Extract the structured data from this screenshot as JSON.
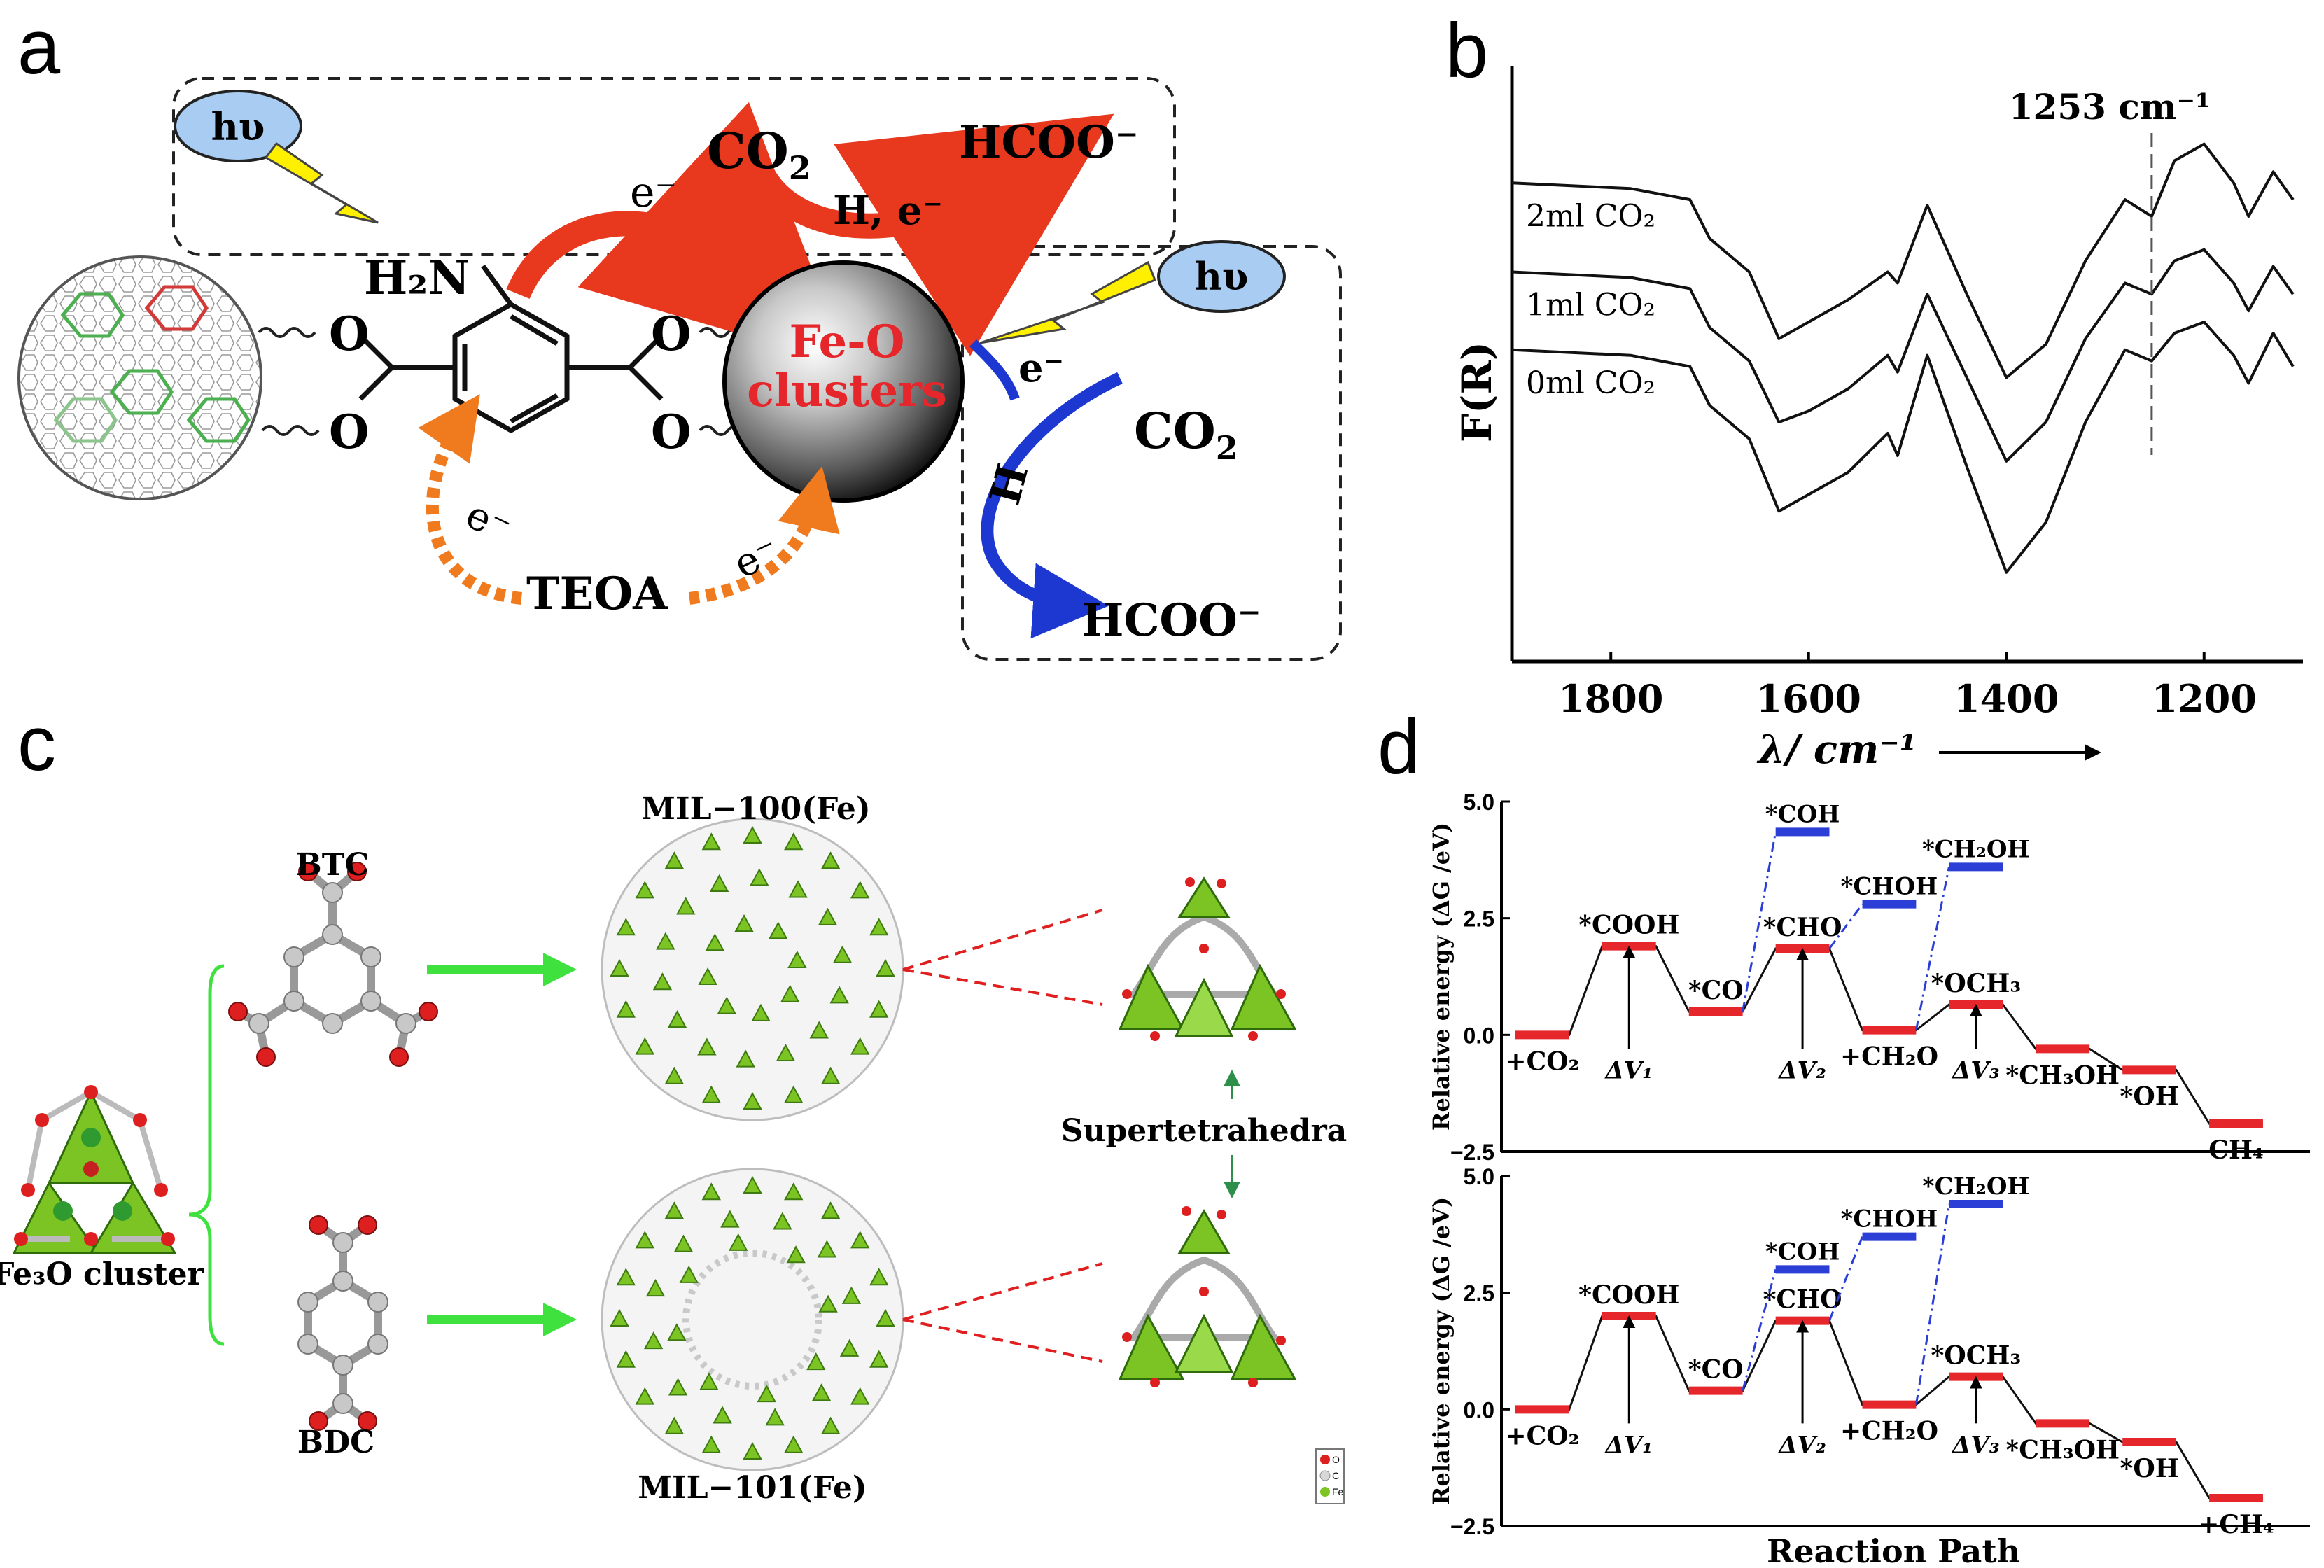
{
  "panels": {
    "a": "a",
    "b": "b",
    "c": "c",
    "d": "d"
  },
  "panel_a": {
    "hv": "hυ",
    "co2_top": "CO",
    "co2_sub": "2",
    "hcoo_top": "HCOO⁻",
    "e_top": "e⁻",
    "h_e": "H,  e⁻",
    "h2n": "H₂N",
    "o1": "O",
    "o2": "O",
    "o3": "O",
    "o4": "O",
    "cluster_line1": "Fe-O",
    "cluster_line2": "clusters",
    "e_right": "e⁻",
    "co2_right": "CO",
    "co2_right_sub": "2",
    "h_right": "H",
    "hcoo_bottom": "HCOO⁻",
    "e_left": "e⁻",
    "e_mid": "e⁻",
    "teoa": "TEOA"
  },
  "panel_c": {
    "btc": "BTC",
    "bdc": "BDC",
    "mil100": "MIL−100(Fe)",
    "mil101": "MIL−101(Fe)",
    "supertetrahedra": "Supertetrahedra",
    "fe3o": "Fe₃O cluster",
    "legend": [
      "O",
      "C",
      "Fe"
    ]
  },
  "colors": {
    "energy_path": "#e5262b",
    "alt_path": "#2b3fd6",
    "mof_green": "#7cc423",
    "oxygen": "#dd1f1f",
    "arrow_orange": "#f07a1e",
    "arrow_red": "#e8381e",
    "arrow_blue": "#1d38d0",
    "hv_fill": "#a9cdf2",
    "bolt": "#fff000"
  },
  "chart_data": [
    {
      "type": "line",
      "panel": "b",
      "title": "1253 cm⁻¹",
      "xlabel": "λ/ cm⁻¹",
      "ylabel": "F(R)",
      "xticks": [
        1800,
        1600,
        1400,
        1200
      ],
      "xlim": [
        1900,
        1100
      ],
      "x_inverted": true,
      "marker_line": 1253,
      "series": [
        {
          "name": "2ml CO₂",
          "x": [
            1900,
            1780,
            1720,
            1700,
            1660,
            1630,
            1600,
            1560,
            1520,
            1510,
            1480,
            1440,
            1400,
            1360,
            1320,
            1280,
            1253,
            1230,
            1200,
            1170,
            1155,
            1130,
            1110
          ],
          "y": [
            0.86,
            0.85,
            0.83,
            0.76,
            0.7,
            0.58,
            0.61,
            0.65,
            0.7,
            0.68,
            0.82,
            0.66,
            0.51,
            0.57,
            0.72,
            0.83,
            0.8,
            0.9,
            0.93,
            0.86,
            0.8,
            0.88,
            0.83
          ]
        },
        {
          "name": "1ml CO₂",
          "x": [
            1900,
            1780,
            1720,
            1700,
            1660,
            1630,
            1600,
            1560,
            1520,
            1510,
            1480,
            1440,
            1400,
            1360,
            1320,
            1280,
            1253,
            1230,
            1200,
            1170,
            1155,
            1130,
            1110
          ],
          "y": [
            0.7,
            0.69,
            0.67,
            0.6,
            0.54,
            0.43,
            0.45,
            0.49,
            0.55,
            0.52,
            0.66,
            0.51,
            0.36,
            0.43,
            0.58,
            0.68,
            0.66,
            0.72,
            0.74,
            0.68,
            0.63,
            0.71,
            0.66
          ]
        },
        {
          "name": "0ml CO₂",
          "x": [
            1900,
            1780,
            1720,
            1700,
            1660,
            1630,
            1600,
            1560,
            1520,
            1510,
            1480,
            1440,
            1400,
            1360,
            1320,
            1280,
            1253,
            1230,
            1200,
            1170,
            1155,
            1130,
            1110
          ],
          "y": [
            0.56,
            0.55,
            0.53,
            0.46,
            0.4,
            0.27,
            0.3,
            0.34,
            0.41,
            0.37,
            0.55,
            0.35,
            0.16,
            0.25,
            0.43,
            0.56,
            0.54,
            0.59,
            0.61,
            0.55,
            0.5,
            0.59,
            0.53
          ]
        }
      ]
    },
    {
      "type": "line",
      "panel": "d-top",
      "ylabel": "Relative energy (ΔG /eV)",
      "ylim": [
        -2.5,
        5.0
      ],
      "yticks": [
        "5.0",
        "2.5",
        "0.0",
        "−2.5"
      ],
      "levels": [
        {
          "label": "+CO₂",
          "value": 0.0,
          "step": 0
        },
        {
          "label": "*COOH",
          "value": 1.9,
          "step": 1
        },
        {
          "label": "*CO",
          "value": 0.5,
          "step": 2
        },
        {
          "label": "*CHO",
          "value": 1.85,
          "step": 3
        },
        {
          "label": "+CH₂O",
          "value": 0.1,
          "step": 4
        },
        {
          "label": "*OCH₃",
          "value": 0.65,
          "step": 5
        },
        {
          "label": "*CH₃OH",
          "value": -0.3,
          "step": 6
        },
        {
          "label": "*OH",
          "value": -0.75,
          "step": 7
        },
        {
          "label": "CH₄",
          "value": -1.9,
          "step": 8
        }
      ],
      "alt_levels": [
        {
          "label": "*COH",
          "value": 4.35,
          "after_step": 2
        },
        {
          "label": "*CHOH",
          "value": 2.8,
          "after_step": 3
        },
        {
          "label": "*CH₂OH",
          "value": 3.6,
          "after_step": 4
        }
      ],
      "annotations": [
        "ΔV₁",
        "ΔV₂",
        "ΔV₃"
      ]
    },
    {
      "type": "line",
      "panel": "d-bottom",
      "ylabel": "Relative energy (ΔG /eV)",
      "xlabel": "Reaction Path",
      "ylim": [
        -2.5,
        5.0
      ],
      "yticks": [
        "5.0",
        "2.5",
        "0.0",
        "−2.5"
      ],
      "levels": [
        {
          "label": "+CO₂",
          "value": 0.0,
          "step": 0
        },
        {
          "label": "*COOH",
          "value": 2.0,
          "step": 1
        },
        {
          "label": "*CO",
          "value": 0.4,
          "step": 2
        },
        {
          "label": "*CHO",
          "value": 1.9,
          "step": 3
        },
        {
          "label": "+CH₂O",
          "value": 0.1,
          "step": 4
        },
        {
          "label": "*OCH₃",
          "value": 0.7,
          "step": 5
        },
        {
          "label": "*CH₃OH",
          "value": -0.3,
          "step": 6
        },
        {
          "label": "*OH",
          "value": -0.7,
          "step": 7
        },
        {
          "label": "+CH₄",
          "value": -1.9,
          "step": 8
        }
      ],
      "alt_levels": [
        {
          "label": "*COH",
          "value": 3.0,
          "after_step": 2
        },
        {
          "label": "*CHOH",
          "value": 3.7,
          "after_step": 3
        },
        {
          "label": "*CH₂OH",
          "value": 4.4,
          "after_step": 4
        }
      ],
      "annotations": [
        "ΔV₁",
        "ΔV₂",
        "ΔV₃"
      ]
    }
  ]
}
